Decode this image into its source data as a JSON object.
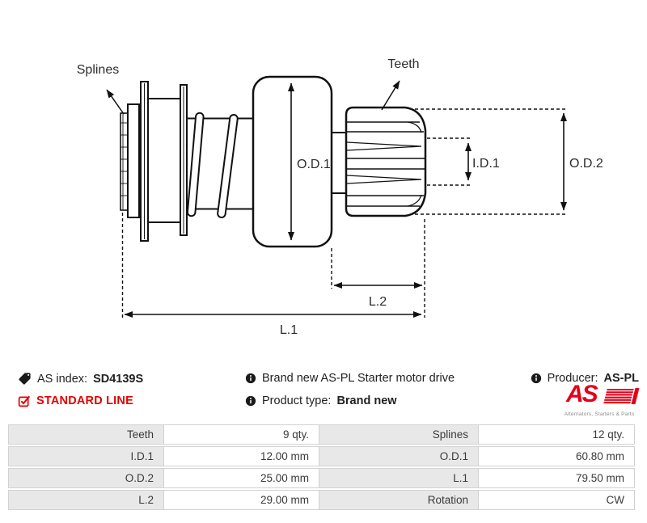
{
  "diagram": {
    "labels": {
      "splines": "Splines",
      "teeth": "Teeth",
      "od1": "O.D.1",
      "id1": "I.D.1",
      "od2": "O.D.2",
      "l1": "L.1",
      "l2": "L.2"
    }
  },
  "info": {
    "as_index_label": "AS index:",
    "as_index_value": "SD4139S",
    "standard_line": "STANDARD LINE",
    "description": "Brand new AS-PL Starter motor drive",
    "product_type_label": "Product type:",
    "product_type_value": "Brand new",
    "producer_label": "Producer:",
    "producer_value": "AS-PL",
    "logo_text": "AS",
    "logo_tagline": "Alternators, Starters & Parts"
  },
  "specs": {
    "rows": [
      {
        "label1": "Teeth",
        "value1": "9 qty.",
        "label2": "Splines",
        "value2": "12 qty."
      },
      {
        "label1": "I.D.1",
        "value1": "12.00 mm",
        "label2": "O.D.1",
        "value2": "60.80 mm"
      },
      {
        "label1": "O.D.2",
        "value1": "25.00 mm",
        "label2": "L.1",
        "value2": "79.50 mm"
      },
      {
        "label1": "L.2",
        "value1": "29.00 mm",
        "label2": "Rotation",
        "value2": "CW"
      }
    ]
  },
  "colors": {
    "accent_red": "#e60000",
    "logo_red": "#e2001a",
    "line_color": "#111111",
    "table_label_bg": "#e8e8e8"
  }
}
